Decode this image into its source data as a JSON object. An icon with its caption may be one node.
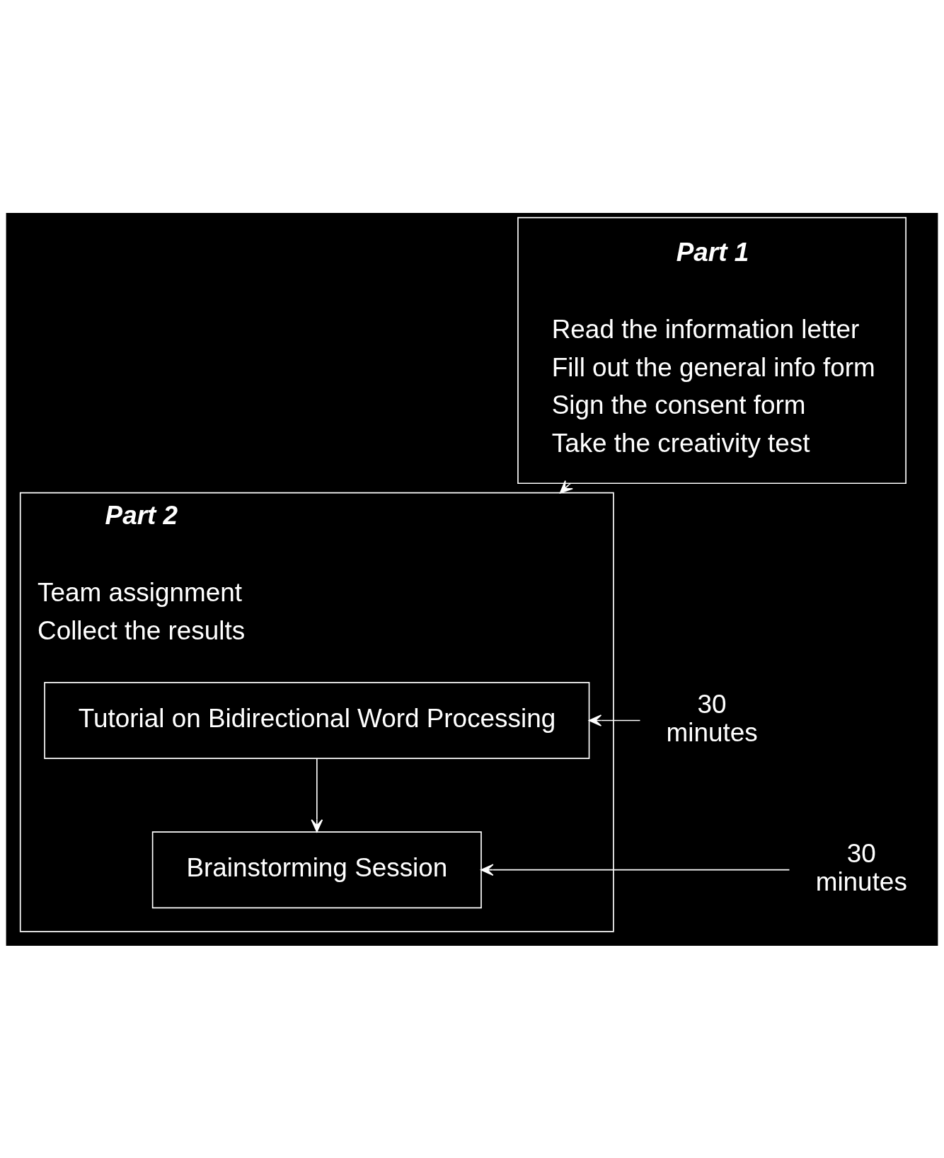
{
  "diagram": {
    "nodes": [
      {
        "text": [
          "Part 1",
          "Read the information letter",
          "Fill out the general info form",
          "Sign the consent form",
          "Take the creativity test"
        ]
      },
      {
        "text": [
          "Part 2",
          "Team assignment",
          "Collect the results"
        ]
      },
      {
        "text": [
          "Tutorial on Bidirectional Word Processing"
        ],
        "in": 1
      },
      {
        "text": [
          "Brainstorming Session"
        ],
        "in": 1
      },
      {
        "text": [
          "30 minutes"
        ]
      },
      {
        "text": [
          "30 minutes"
        ]
      }
    ],
    "edges": [
      {
        "from": 0,
        "to": 1,
        "arrow": "to"
      },
      {
        "from": 2,
        "to": 3,
        "arrow": "to"
      },
      {
        "from": 4,
        "to": 2,
        "arrow": "to"
      },
      {
        "from": 5,
        "to": 3,
        "arrow": "to"
      }
    ]
  }
}
